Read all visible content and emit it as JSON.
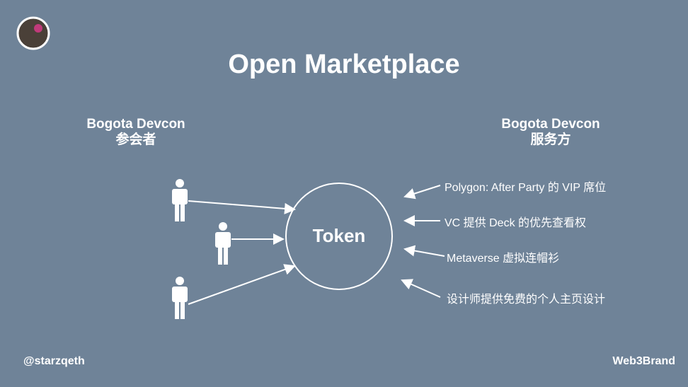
{
  "title": "Open Marketplace",
  "left_group": {
    "line1": "Bogota Devcon",
    "line2": "参会者"
  },
  "right_group": {
    "line1": "Bogota Devcon",
    "line2": "服务方"
  },
  "center": "Token",
  "services": [
    "Polygon: After Party 的 VIP 席位",
    "VC 提供 Deck 的优先查看权",
    "Metaverse 虚拟连帽衫",
    "设计师提供免费的个人主页设计"
  ],
  "footer": {
    "left": "@starzqeth",
    "right": "Web3Brand"
  }
}
